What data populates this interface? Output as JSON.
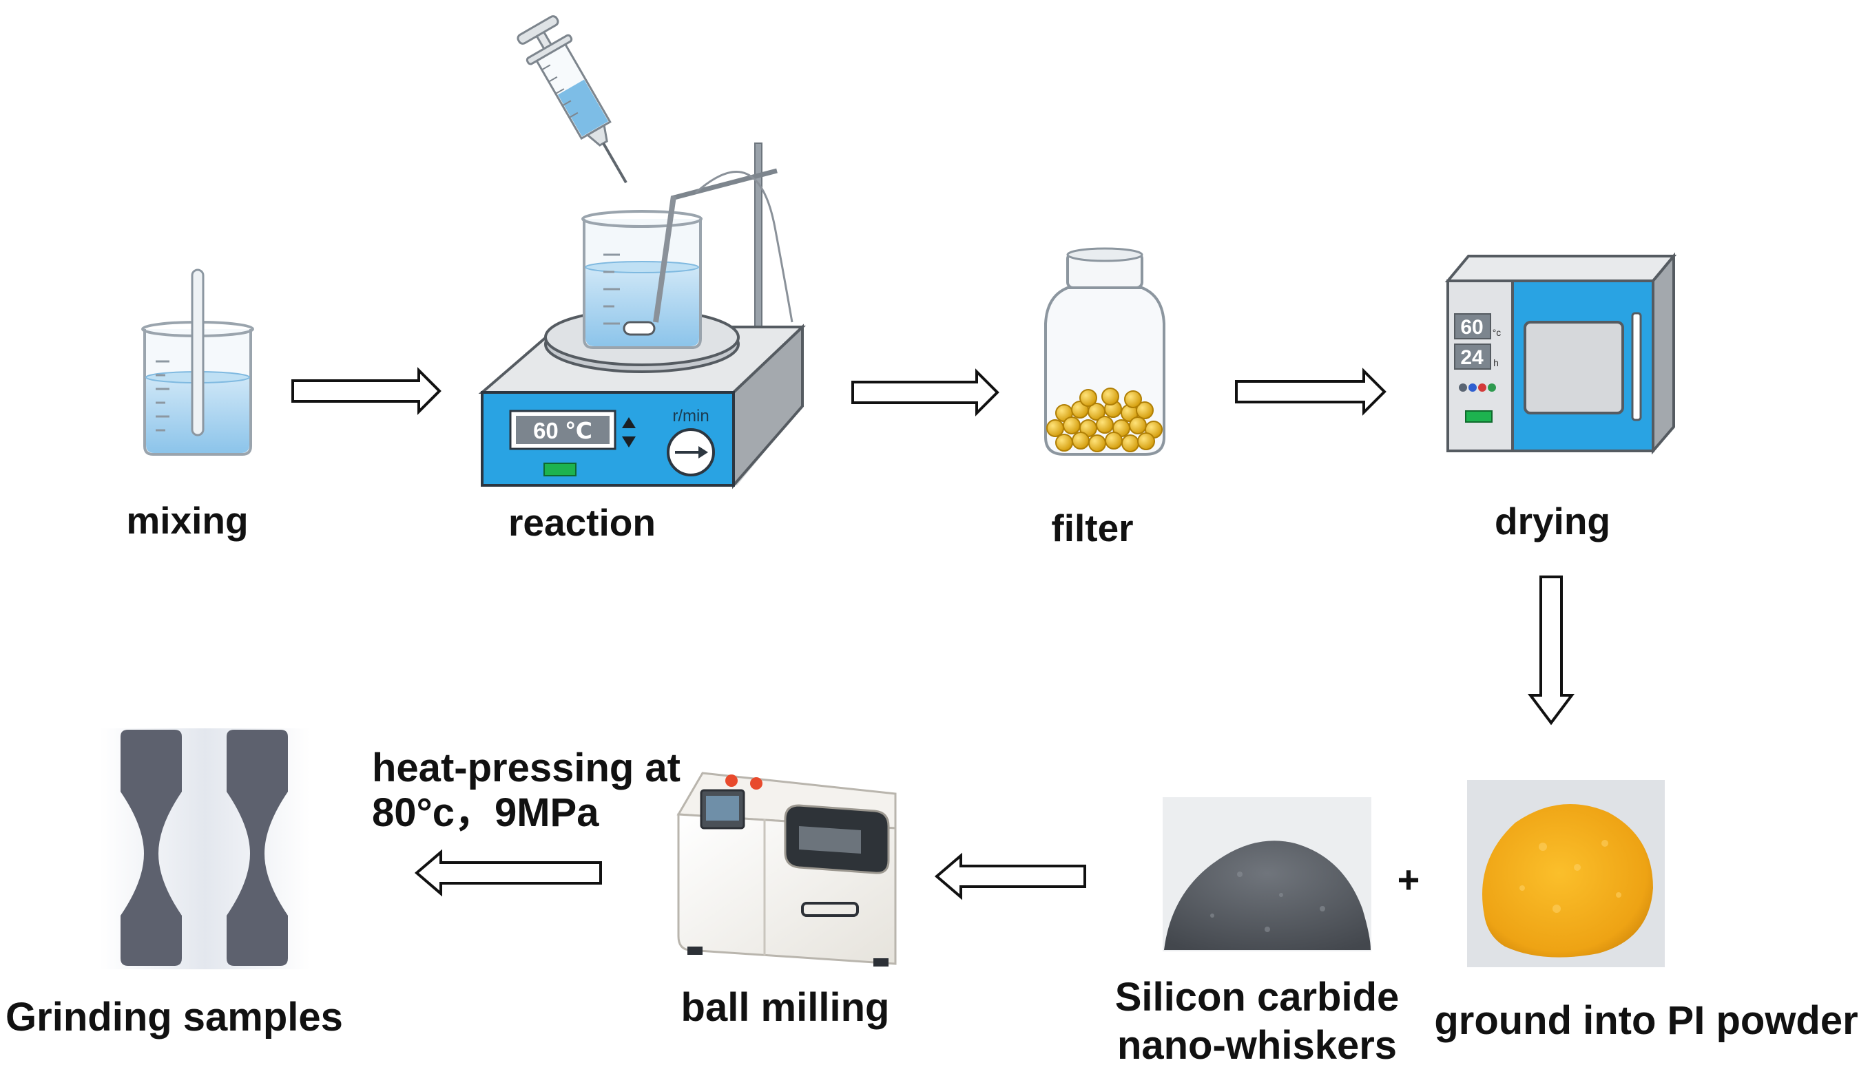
{
  "steps": {
    "mixing": "mixing",
    "reaction": "reaction",
    "filter": "filter",
    "drying": "drying",
    "pi_powder": "ground into PI powder",
    "sic_line1": "Silicon carbide",
    "sic_line2": "nano-whiskers",
    "ball_milling": "ball milling",
    "grinding": "Grinding samples"
  },
  "plus": "+",
  "heat_press": {
    "line1": "heat-pressing at",
    "line2": "80°c，9MPa"
  },
  "stirrer": {
    "temp": "60 ℃",
    "speed_unit": "r/min"
  },
  "oven": {
    "temp": "60",
    "temp_unit": "°c",
    "time": "24",
    "time_unit": "h"
  },
  "colors": {
    "liquid": "#a9d4ef",
    "device_blue": "#29a3e3",
    "pi_yellow": "#f4a814",
    "sic_gray": "#5a5f66",
    "sample_gray": "#5d616e",
    "indicator_green": "#1db34f"
  }
}
